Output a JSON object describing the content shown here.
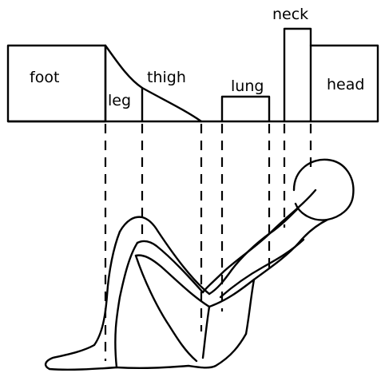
{
  "labels": {
    "foot": "foot",
    "leg": "leg",
    "thigh": "thigh",
    "lung": "lung",
    "neck": "neck",
    "head": "head"
  },
  "colors": {
    "ink": "#000000",
    "background": "#ffffff"
  }
}
